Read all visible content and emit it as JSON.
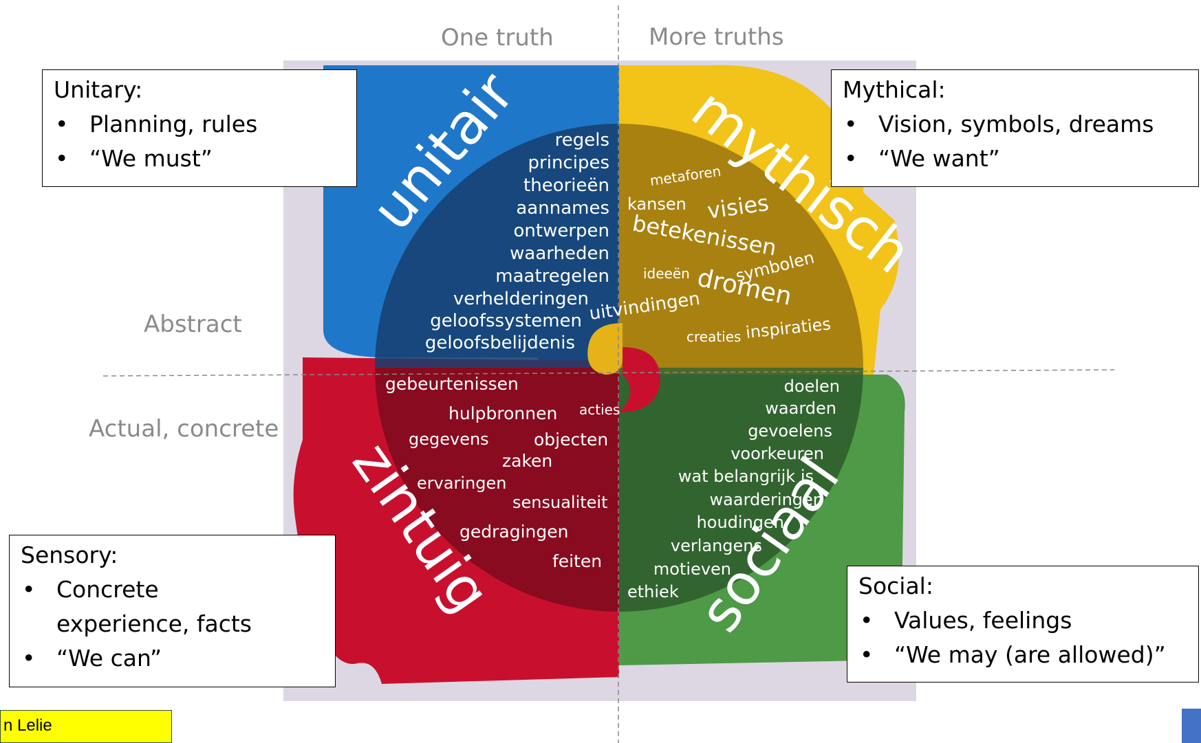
{
  "axes": {
    "one_truth": "One truth",
    "more_truths": "More truths",
    "abstract": "Abstract",
    "concrete": "Actual, concrete"
  },
  "quadrants": {
    "unitair": {
      "title": "unitair",
      "color": "#1f77c9",
      "words": [
        "regels",
        "principes",
        "theorieën",
        "aannames",
        "ontwerpen",
        "waarheden",
        "maatregelen",
        "verhelderingen",
        "geloofssystemen",
        "geloofsbelijdenis"
      ]
    },
    "mythisch": {
      "title": "mythisch",
      "color": "#f2c318",
      "words": [
        "metaforen",
        "kansen",
        "visies",
        "betekenissen",
        "ideeën",
        "dromen",
        "symbolen",
        "uitvindingen",
        "creaties",
        "inspiraties"
      ]
    },
    "zintuig": {
      "title": "zintuig",
      "color": "#c8102e",
      "words": [
        "gebeurtenissen",
        "hulpbronnen",
        "acties",
        "gegevens",
        "objecten",
        "zaken",
        "ervaringen",
        "sensualiteit",
        "gedragingen",
        "feiten"
      ]
    },
    "sociaal": {
      "title": "sociaal",
      "color": "#4e9a47",
      "words": [
        "doelen",
        "waarden",
        "gevoelens",
        "voorkeuren",
        "wat belangrijk is",
        "waarderingen",
        "houdingen",
        "verlangens",
        "motieven",
        "ethiek"
      ]
    }
  },
  "callouts": {
    "unitary": {
      "title": "Unitary:",
      "items": [
        "Planning, rules",
        "“We must”"
      ]
    },
    "mythical": {
      "title": "Mythical:",
      "items": [
        "Vision, symbols, dreams",
        "“We want”"
      ]
    },
    "sensory": {
      "title": "Sensory:",
      "items": [
        "Concrete experience, facts",
        "“We can”"
      ]
    },
    "social": {
      "title": "Social:",
      "items": [
        "Values, feelings",
        "“We may (are allowed)”"
      ]
    }
  },
  "footer": {
    "tag": "n Lelie"
  }
}
